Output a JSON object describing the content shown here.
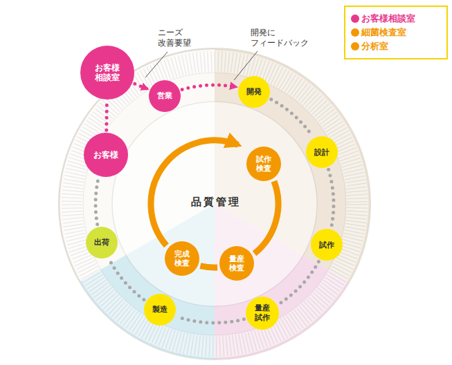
{
  "diagram": {
    "nodes": [
      {
        "text": [
          "お客様 相談室"
        ]
      },
      {
        "text": [
          "営業"
        ]
      },
      {
        "text": [
          "開発"
        ]
      },
      {
        "text": [
          "設計"
        ]
      },
      {
        "text": [
          "試作"
        ]
      },
      {
        "text": [
          "量産 試作"
        ]
      },
      {
        "text": [
          "製造"
        ]
      },
      {
        "text": [
          "出荷"
        ]
      },
      {
        "text": [
          "お客様"
        ]
      },
      {
        "text": [
          "試作 検査"
        ]
      },
      {
        "text": [
          "量産 検査"
        ]
      },
      {
        "text": [
          "完成 検査"
        ]
      }
    ],
    "edges": [
      {
        "from": 8,
        "to": 0,
        "arrow": "none"
      },
      {
        "from": 0,
        "to": 1,
        "arrow": "to"
      },
      {
        "from": 1,
        "to": 2,
        "arrow": "to"
      },
      {
        "from": 2,
        "to": 3,
        "arrow": "none"
      },
      {
        "from": 3,
        "to": 4,
        "arrow": "none"
      },
      {
        "from": 4,
        "to": 5,
        "arrow": "none"
      },
      {
        "from": 5,
        "to": 6,
        "arrow": "none"
      },
      {
        "from": 6,
        "to": 7,
        "arrow": "none"
      },
      {
        "from": 7,
        "to": 8,
        "arrow": "none"
      },
      {
        "from": 11,
        "to": 9,
        "arrow": "to"
      },
      {
        "from": 9,
        "to": 10,
        "arrow": "none"
      },
      {
        "from": 10,
        "to": 11,
        "arrow": "none"
      }
    ],
    "labels": [
      "ニーズ 改善要望",
      "開発に フィードバック",
      "品質管理"
    ],
    "legend": [
      {
        "text": "お客様相談室",
        "color": "#e8388d"
      },
      {
        "text": "細菌検査室",
        "color": "#f39800"
      },
      {
        "text": "分析室",
        "color": "#f39800"
      }
    ]
  }
}
